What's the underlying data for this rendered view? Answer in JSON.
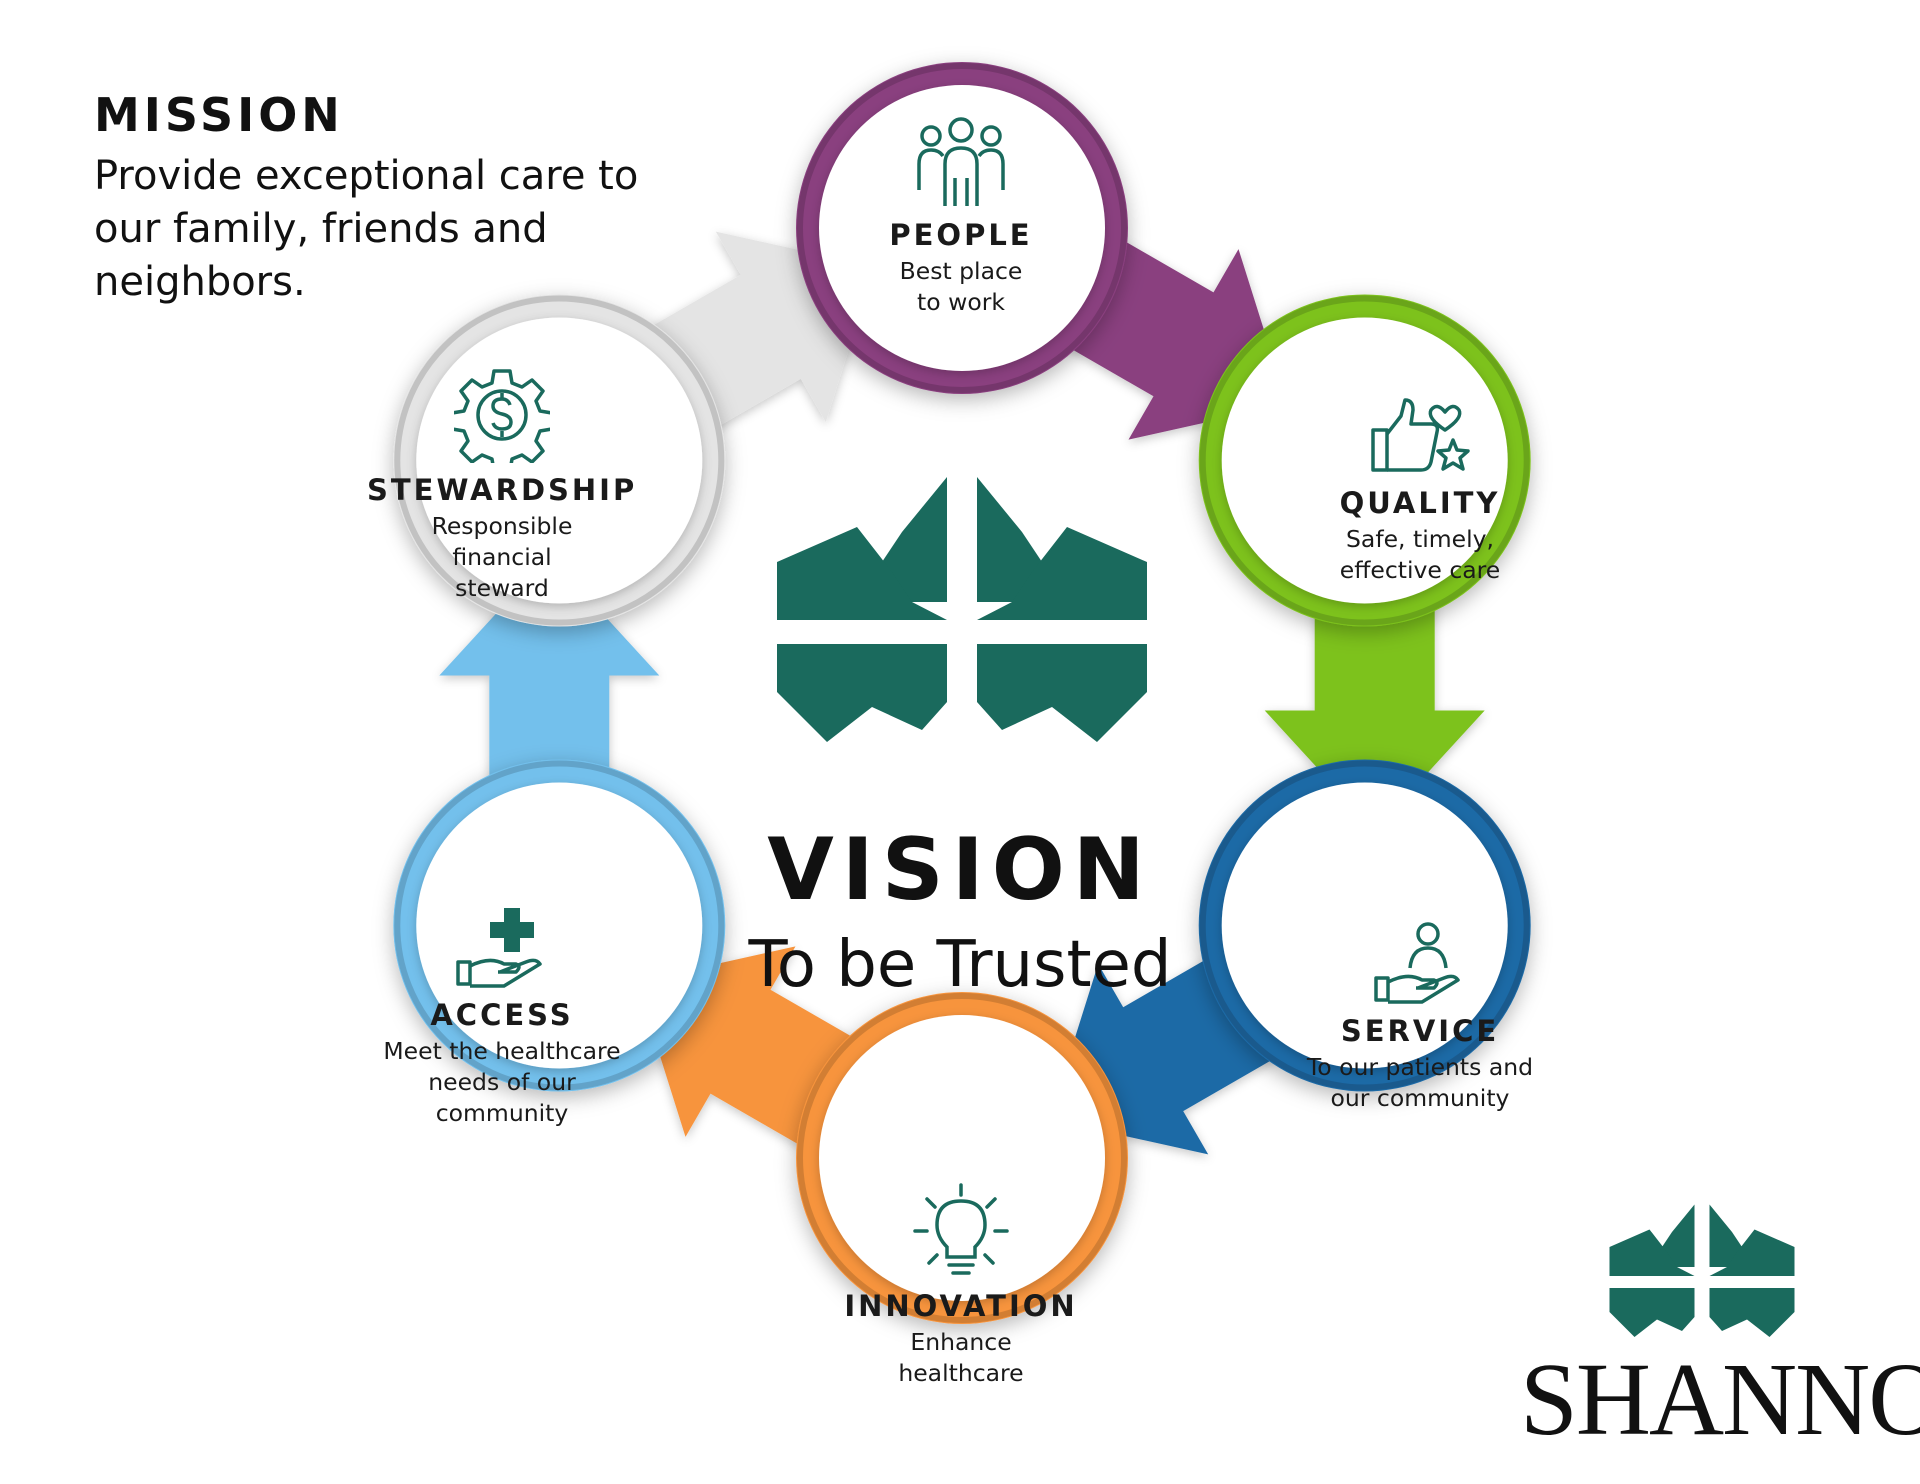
{
  "mission": {
    "title": "MISSION",
    "text": "Provide exceptional care to our family, friends and neighbors."
  },
  "vision": {
    "title": "VISION",
    "text": "To be Trusted"
  },
  "values": [
    {
      "key": "people",
      "title": "PEOPLE",
      "desc": "Best place to work",
      "color": "#8a3f7f",
      "icon": "people-icon"
    },
    {
      "key": "quality",
      "title": "QUALITY",
      "desc": "Safe, timely, effective care",
      "color": "#7dc21e",
      "icon": "thumbs-up-heart-star-icon"
    },
    {
      "key": "service",
      "title": "SERVICE",
      "desc": "To our patients and our community",
      "color": "#1e6aa6",
      "icon": "hand-person-icon"
    },
    {
      "key": "innovation",
      "title": "INNOVATION",
      "desc": "Enhance healthcare",
      "color": "#f7943c",
      "icon": "lightbulb-icon"
    },
    {
      "key": "access",
      "title": "ACCESS",
      "desc": "Meet the healthcare needs of our community",
      "color": "#73c0ec",
      "icon": "hand-cross-icon"
    },
    {
      "key": "stewardship",
      "title": "STEWARDSHIP",
      "desc": "Responsible financial steward",
      "color": "#e4e4e4",
      "icon": "gear-dollar-icon"
    }
  ],
  "brand": {
    "name": "SHANNON",
    "logo_color": "#1a6a5d"
  }
}
